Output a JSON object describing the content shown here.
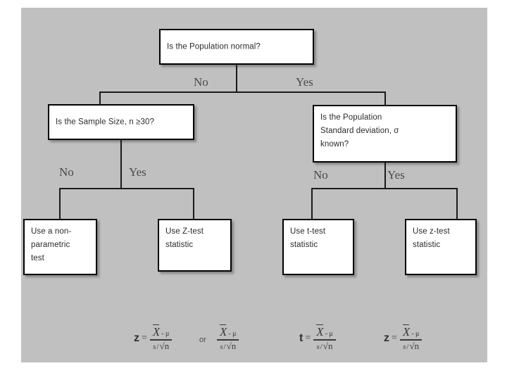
{
  "canvas": {
    "background_color": "#c0c0c0",
    "slide_background": "#ffffff"
  },
  "flowchart": {
    "title_node": {
      "id": "root",
      "text": "Is the Population normal?"
    },
    "nodes": [
      {
        "id": "sample_size",
        "text": "Is the Sample Size, n ≥30?"
      },
      {
        "id": "pop_sigma",
        "text": "Is the Population\nStandard deviation, σ\nknown?"
      },
      {
        "id": "nonparam",
        "text": "Use a non-\nparametric\ntest"
      },
      {
        "id": "ztest_cap",
        "text": "Use Z-test\nstatistic"
      },
      {
        "id": "ttest",
        "text": "Use t-test\nstatistic"
      },
      {
        "id": "ztest_low",
        "text": "Use z-test\nstatistic"
      }
    ],
    "edge_labels": {
      "root_no": "No",
      "root_yes": "Yes",
      "sample_no": "No",
      "sample_yes": "Yes",
      "sigma_no": "No",
      "sigma_yes": "Yes"
    }
  },
  "formulas": {
    "or_connector": "or",
    "z_statistic": {
      "symbol": "z",
      "equals": "=",
      "numerator_variable": "X",
      "numerator_minus": "-",
      "numerator_mu": "μ",
      "denominator_s": "s",
      "denominator_slash": "/",
      "denominator_sqrt": "√",
      "denominator_n": "n"
    },
    "z_statistic_alt": {
      "numerator_variable": "X",
      "numerator_minus": "-",
      "numerator_mu": "μ",
      "denominator_s": "s",
      "denominator_slash": "/",
      "denominator_sqrt": "√",
      "denominator_n": "n"
    },
    "t_statistic": {
      "symbol": "t",
      "equals": "=",
      "numerator_variable": "X",
      "numerator_minus": "-",
      "numerator_mu": "μ",
      "denominator_s": "s",
      "denominator_slash": "/",
      "denominator_sqrt": "√",
      "denominator_n": "n"
    },
    "z_statistic_right": {
      "symbol": "z",
      "equals": "=",
      "numerator_variable": "X",
      "numerator_minus": "-",
      "numerator_mu": "μ",
      "denominator_s": "s",
      "denominator_slash": "/",
      "denominator_sqrt": "√",
      "denominator_n": "n"
    }
  }
}
